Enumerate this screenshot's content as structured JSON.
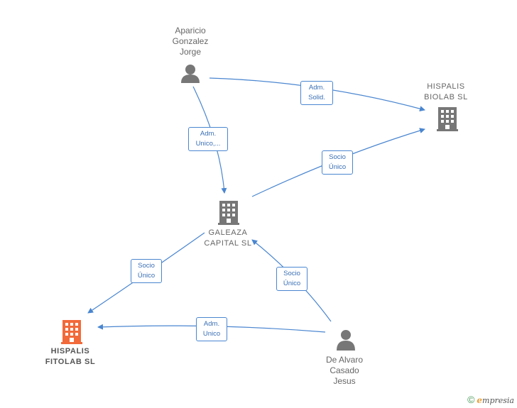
{
  "nodes": {
    "aparicio": {
      "line1": "Aparicio",
      "line2": "Gonzalez",
      "line3": "Jorge"
    },
    "dealvaro": {
      "line1": "De Alvaro",
      "line2": "Casado",
      "line3": "Jesus"
    },
    "biolab": {
      "line1": "HISPALIS",
      "line2": "BIOLAB  SL"
    },
    "galeaza": {
      "line1": "GALEAZA",
      "line2": "CAPITAL  SL"
    },
    "fitolab": {
      "line1": "HISPALIS",
      "line2": "FITOLAB  SL"
    }
  },
  "edges": {
    "aparicio_biolab": {
      "line1": "Adm.",
      "line2": "Solid."
    },
    "aparicio_galeaza": {
      "line1": "Adm.",
      "line2": "Unico,..."
    },
    "galeaza_biolab": {
      "line1": "Socio",
      "line2": "Único"
    },
    "galeaza_fitolab": {
      "line1": "Socio",
      "line2": "Único"
    },
    "dealvaro_galeaza": {
      "line1": "Socio",
      "line2": "Único"
    },
    "dealvaro_fitolab": {
      "line1": "Adm.",
      "line2": "Unico"
    }
  },
  "footer": {
    "copyright_symbol": "©",
    "brand_first": "e",
    "brand_rest": "mpresia"
  },
  "colors": {
    "edge": "#4a86d0",
    "person_icon": "#777777",
    "company_icon": "#777777",
    "highlight_company_icon": "#f26a3a"
  },
  "icons": {
    "person": "person-icon",
    "company": "building-icon"
  }
}
